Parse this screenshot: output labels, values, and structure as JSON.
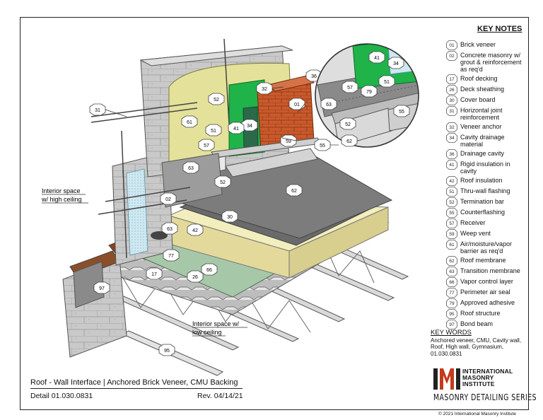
{
  "callouts": {
    "c01": "01",
    "c02": "02",
    "c17": "17",
    "c26": "26",
    "c30": "30",
    "c31": "31",
    "c32": "32",
    "c34": "34",
    "c36": "36",
    "c41": "41",
    "c42": "42",
    "c51": "51",
    "c52": "52",
    "c55": "55",
    "c57": "57",
    "c59": "59",
    "c61": "61",
    "c62": "62",
    "c63": "63",
    "c66": "66",
    "c77": "77",
    "c79": "79",
    "c95": "95",
    "c97": "97"
  },
  "drawing_labels": {
    "interior_high_line1": "Interior space",
    "interior_high_line2": "w/ high ceiling",
    "interior_low_line1": "Interior space w/",
    "interior_low_line2": "low ceiling"
  },
  "key_notes": {
    "title": "KEY NOTES",
    "items": [
      {
        "num": "01",
        "text": "Brick veneer"
      },
      {
        "num": "02",
        "text": "Concrete masonry w/ grout & reinforcement as req'd"
      },
      {
        "num": "17",
        "text": "Roof decking"
      },
      {
        "num": "26",
        "text": "Deck sheathing"
      },
      {
        "num": "30",
        "text": "Cover board"
      },
      {
        "num": "31",
        "text": "Horizontal joint reinforcement"
      },
      {
        "num": "32",
        "text": "Veneer anchor"
      },
      {
        "num": "34",
        "text": "Cavity drainage material"
      },
      {
        "num": "36",
        "text": "Drainage cavity"
      },
      {
        "num": "41",
        "text": "Rigid insulation in cavity"
      },
      {
        "num": "42",
        "text": "Roof insulation"
      },
      {
        "num": "51",
        "text": "Thru-wall flashing"
      },
      {
        "num": "52",
        "text": "Termination bar"
      },
      {
        "num": "55",
        "text": "Counterflashing"
      },
      {
        "num": "57",
        "text": "Receiver"
      },
      {
        "num": "59",
        "text": "Weep vent"
      },
      {
        "num": "61",
        "text": "Air/moisture/vapor barrier as req'd"
      },
      {
        "num": "62",
        "text": "Roof membrane"
      },
      {
        "num": "63",
        "text": "Transition membrane"
      },
      {
        "num": "66",
        "text": "Vapor control layer"
      },
      {
        "num": "77",
        "text": "Perimeter air seal"
      },
      {
        "num": "79",
        "text": "Approved adhesive"
      },
      {
        "num": "95",
        "text": "Roof structure"
      },
      {
        "num": "97",
        "text": "Bond beam"
      }
    ]
  },
  "key_words": {
    "title": "KEY WORDS",
    "text": "Anchored veneer, CMU, Cavity wall, Roof, High wall, Gymnasium, 01.030.0831"
  },
  "title_block": {
    "title": "Roof - Wall Interface | Anchored Brick Veneer, CMU Backing",
    "detail": "Detail 01.030.0831",
    "revision": "Rev. 04/14/21"
  },
  "logo": {
    "mark": "IMI",
    "name": "INTERNATIONAL\nMASONRY\nINSTITUTE",
    "series": "MASONRY DETAILING SERIES"
  },
  "copyright": "© 2021 International Masonry Institute",
  "colors": {
    "cmu": "#c9c9c9",
    "brick": "#c95a2c",
    "rigid_insulation": "#1fb34a",
    "air_barrier": "#e4e29a",
    "roof_membrane": "#7c7c7c",
    "roof_insulation": "#f2eebd",
    "vapor_layer": "#a6c8a8",
    "cavity": "#bfe3ef",
    "steel": "#d4d4d4"
  }
}
